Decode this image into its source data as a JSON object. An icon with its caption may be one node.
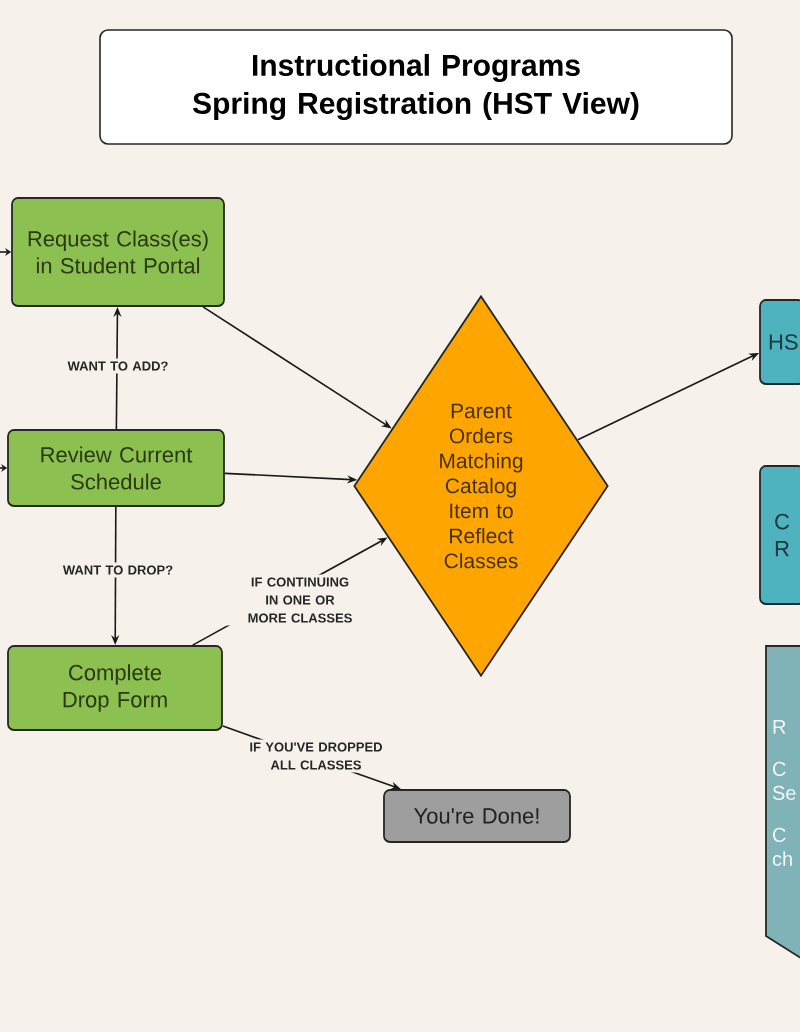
{
  "diagram": {
    "title": "Instructional Programs Spring Registration (HST View)",
    "nodes": [
      {
        "text": [
          "Request Class(es) in Student Portal"
        ]
      },
      {
        "text": [
          "Review Current Schedule"
        ]
      },
      {
        "text": [
          "Complete Drop Form"
        ]
      },
      {
        "text": [
          "Parent Orders Matching Catalog Item to Reflect Classes"
        ]
      },
      {
        "text": [
          "You're Done!"
        ]
      },
      {
        "text": [
          "HS"
        ]
      },
      {
        "text": [
          "C R"
        ]
      },
      {
        "text": [
          "R",
          "C Se",
          "C ch"
        ]
      }
    ],
    "edges": [
      {
        "from": null,
        "to": 0,
        "arrow": "to"
      },
      {
        "from": null,
        "to": 1,
        "arrow": "to"
      },
      {
        "from": 1,
        "to": 0,
        "arrow": "to",
        "label": "WANT TO ADD?"
      },
      {
        "from": 1,
        "to": 2,
        "arrow": "to",
        "label": "WANT TO DROP?"
      },
      {
        "from": 0,
        "to": 3,
        "arrow": "to"
      },
      {
        "from": 1,
        "to": 3,
        "arrow": "to"
      },
      {
        "from": 2,
        "to": 3,
        "arrow": "to",
        "label": "IF CONTINUING IN ONE OR MORE CLASSES"
      },
      {
        "from": 2,
        "to": 4,
        "arrow": "to",
        "label": "IF YOU'VE DROPPED ALL CLASSES"
      },
      {
        "from": 3,
        "to": 5,
        "arrow": "to"
      }
    ]
  }
}
